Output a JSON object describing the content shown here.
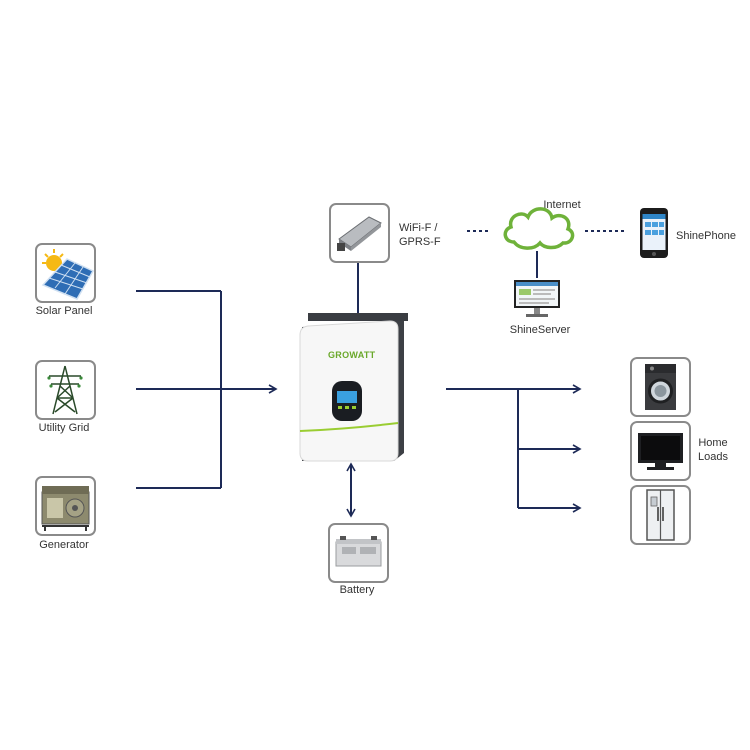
{
  "sources": {
    "solar": {
      "label": "Solar Panel",
      "icon": "solar-panel-icon"
    },
    "grid": {
      "label": "Utility Grid",
      "icon": "power-tower-icon"
    },
    "generator": {
      "label": "Generator",
      "icon": "generator-icon"
    }
  },
  "inverter": {
    "brand": "GROWATT",
    "icon": "inverter-icon"
  },
  "datalogger": {
    "label_line1": "WiFi-F /",
    "label_line2": "GPRS-F",
    "icon": "wifi-stick-icon"
  },
  "internet": {
    "label": "Internet",
    "icon": "cloud-icon"
  },
  "phone": {
    "label": "ShinePhone",
    "icon": "smartphone-icon"
  },
  "server": {
    "label": "ShineServer",
    "icon": "monitor-icon"
  },
  "battery": {
    "label": "Battery",
    "icon": "battery-icon"
  },
  "loads": {
    "label_line1": "Home",
    "label_line2": "Loads",
    "icons": [
      "washing-machine-icon",
      "tv-icon",
      "fridge-icon"
    ]
  },
  "colors": {
    "wire": "#1d2a57",
    "cloud": "#6fb23a",
    "accent": "#9acd32"
  }
}
